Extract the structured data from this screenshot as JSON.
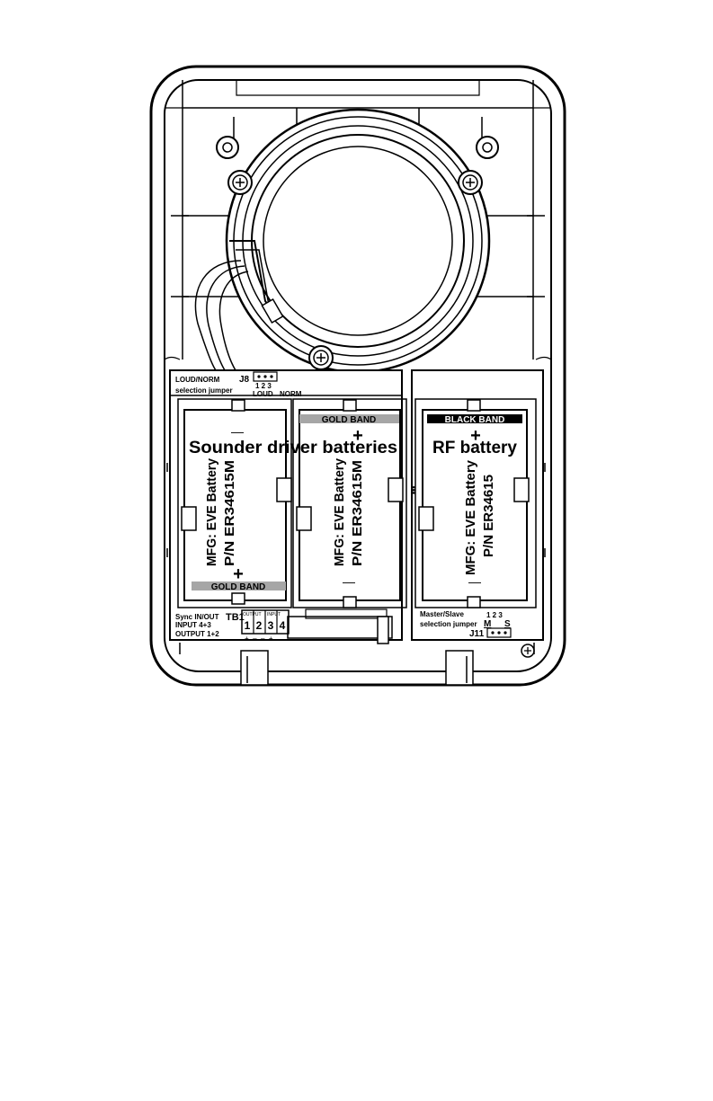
{
  "labels": {
    "title": "Sounder driver batteries",
    "rf_title": "RF battery",
    "loud_norm": "LOUD/NORM",
    "selection_jumper": "selection jumper",
    "j8": "J8",
    "j8_pins": "1 2 3",
    "loud": "LOUD",
    "norm": "NORM",
    "gold_band": "GOLD BAND",
    "black_band": "BLACK BAND",
    "plus": "+",
    "minus": "—",
    "mfg": "MFG: EVE Battery",
    "pn_m": "P/N ER34615M",
    "pn": "P/N ER34615",
    "sync": "Sync IN/OUT",
    "tb1": "TB1",
    "input43": "INPUT 4+3",
    "output12": "OUTPUT 1+2",
    "output_small": "OUTPUT",
    "input_small": "INPUT",
    "t1": "1",
    "t2": "2",
    "t3": "3",
    "t4": "4",
    "master_slave": "Master/Slave",
    "selection_jumper2": "selection jumper",
    "j11": "J11",
    "j11_pins": "1 2 3",
    "m": "M",
    "s": "S",
    "dots": "•••",
    "tb_signs": "+  –  –  +"
  },
  "colors": {
    "line": "#000000",
    "gold_band": "#a6a6a6",
    "black_band": "#000000",
    "background": "#ffffff"
  }
}
